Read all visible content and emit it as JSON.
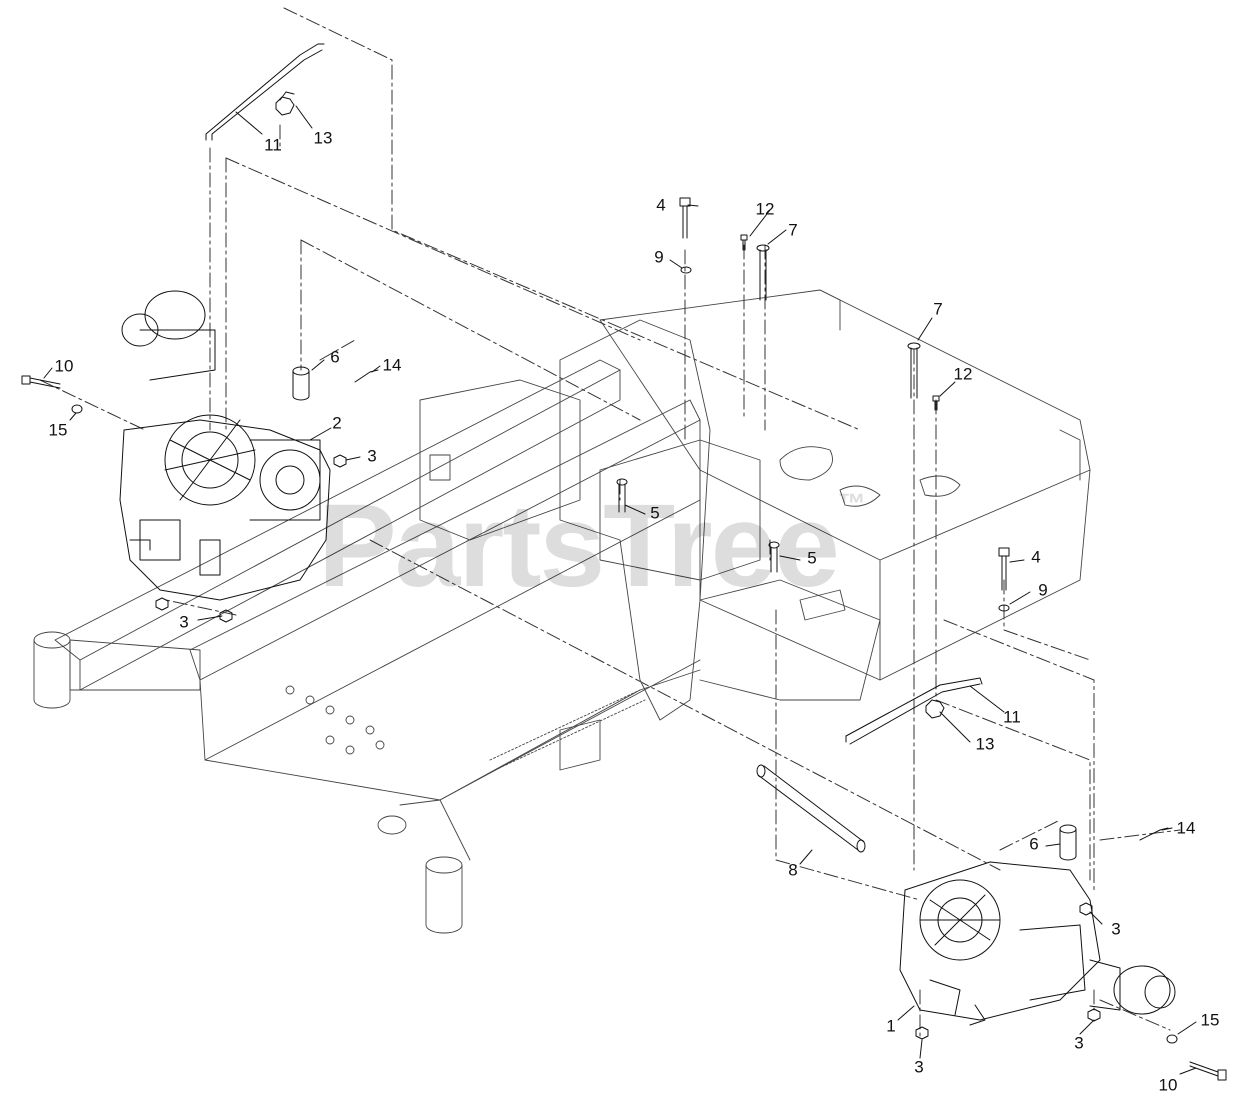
{
  "diagram": {
    "watermark": {
      "text": "PartsTree",
      "trademark": "™"
    },
    "callouts": [
      {
        "id": "c1",
        "label": "11"
      },
      {
        "id": "c2",
        "label": "13"
      },
      {
        "id": "c3",
        "label": "4"
      },
      {
        "id": "c4",
        "label": "12"
      },
      {
        "id": "c5",
        "label": "7"
      },
      {
        "id": "c6",
        "label": "9"
      },
      {
        "id": "c7",
        "label": "7"
      },
      {
        "id": "c8",
        "label": "12"
      },
      {
        "id": "c9",
        "label": "10"
      },
      {
        "id": "c10",
        "label": "6"
      },
      {
        "id": "c11",
        "label": "14"
      },
      {
        "id": "c12",
        "label": "15"
      },
      {
        "id": "c13",
        "label": "2"
      },
      {
        "id": "c14",
        "label": "3"
      },
      {
        "id": "c15",
        "label": "5"
      },
      {
        "id": "c16",
        "label": "5"
      },
      {
        "id": "c17",
        "label": "4"
      },
      {
        "id": "c18",
        "label": "9"
      },
      {
        "id": "c19",
        "label": "3"
      },
      {
        "id": "c20",
        "label": "11"
      },
      {
        "id": "c21",
        "label": "13"
      },
      {
        "id": "c22",
        "label": "14"
      },
      {
        "id": "c23",
        "label": "6"
      },
      {
        "id": "c24",
        "label": "8"
      },
      {
        "id": "c25",
        "label": "3"
      },
      {
        "id": "c26",
        "label": "1"
      },
      {
        "id": "c27",
        "label": "15"
      },
      {
        "id": "c28",
        "label": "3"
      },
      {
        "id": "c29",
        "label": "3"
      },
      {
        "id": "c30",
        "label": "10"
      }
    ]
  }
}
